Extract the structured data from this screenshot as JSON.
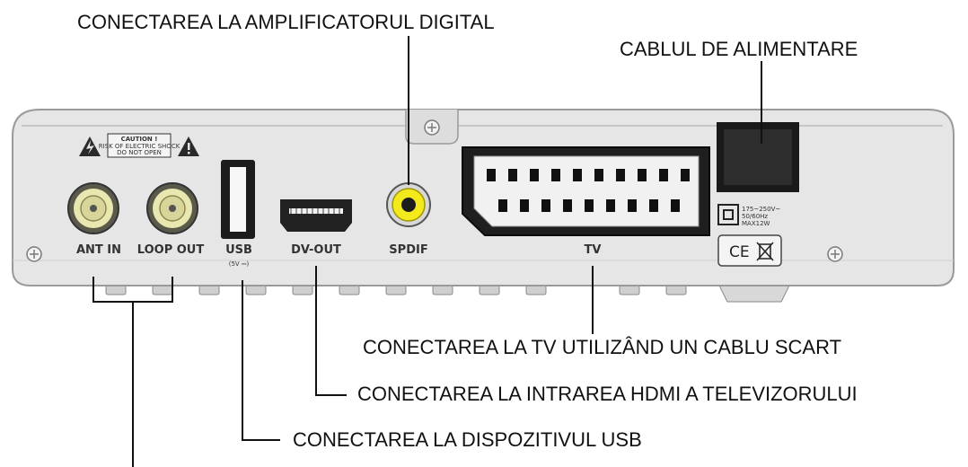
{
  "callouts": {
    "digital_amplifier": "CONECTAREA LA AMPLIFICATORUL DIGITAL",
    "power_cable": "CABLUL DE ALIMENTARE",
    "tv_scart": "CONECTAREA LA TV UTILIZÂND UN CABLU SCART",
    "hdmi_tv": "CONECTAREA LA INTRAREA HDMI A TELEVIZORULUI",
    "usb_device": "CONECTAREA LA DISPOZITIVUL USB"
  },
  "ports": {
    "ant_in": "ANT IN",
    "loop_out": "LOOP OUT",
    "usb": "USB",
    "usb_voltage": "(5V ⎓)",
    "dv_out": "DV-OUT",
    "spdif": "SPDIF",
    "tv": "TV"
  },
  "markings": {
    "caution_title": "CAUTION !",
    "caution_line1": "RISK OF ELECTRIC SHOCK",
    "caution_line2": "DO NOT OPEN",
    "power_rating_1": "175~250V~",
    "power_rating_2": "50/60Hz",
    "power_rating_3": "MAX12W",
    "ce_mark": "CE"
  },
  "colors": {
    "panel": "#e4e4e4",
    "panel_edge": "#9a9a9a",
    "rca_yellow": "#f2ea1c",
    "coax_gold": "#e9e7b0",
    "line": "#111111"
  }
}
